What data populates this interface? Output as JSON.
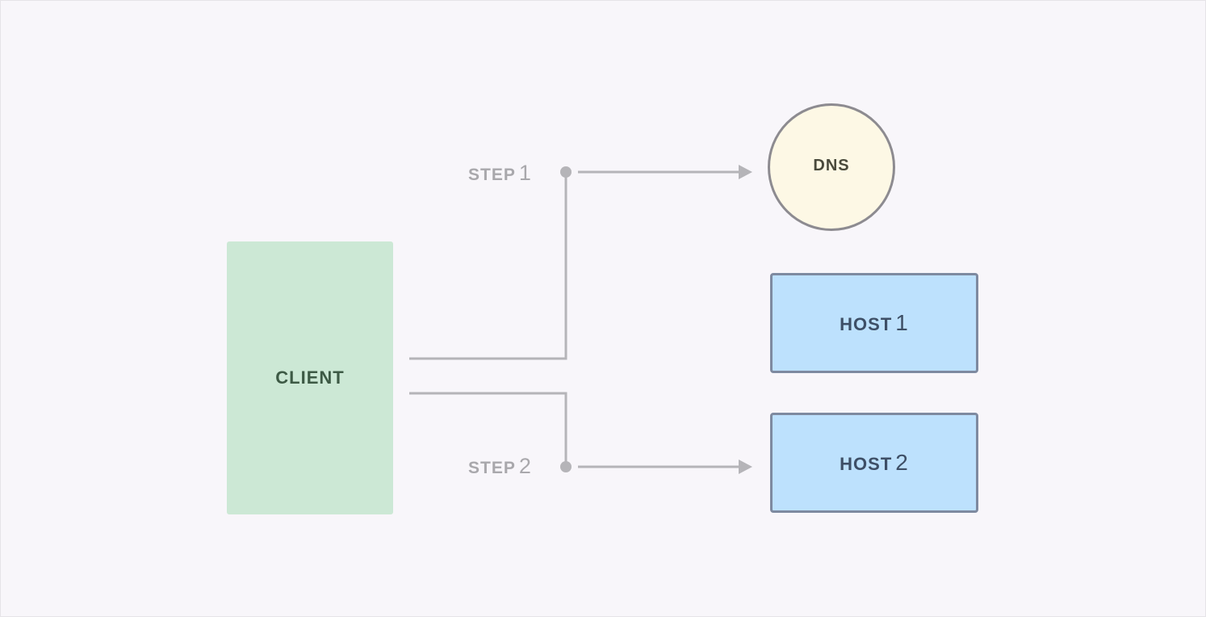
{
  "nodes": {
    "client": "CLIENT",
    "dns": "DNS",
    "host1": {
      "word": "HOST",
      "number": "1"
    },
    "host2": {
      "word": "HOST",
      "number": "2"
    }
  },
  "steps": {
    "step1": {
      "word": "STEP",
      "number": "1"
    },
    "step2": {
      "word": "STEP",
      "number": "2"
    }
  },
  "colors": {
    "background": "#f8f6fa",
    "client_fill": "#cce8d5",
    "dns_fill": "#fdf8e5",
    "host_fill": "#bde1fd",
    "connector": "#b5b4b8"
  }
}
